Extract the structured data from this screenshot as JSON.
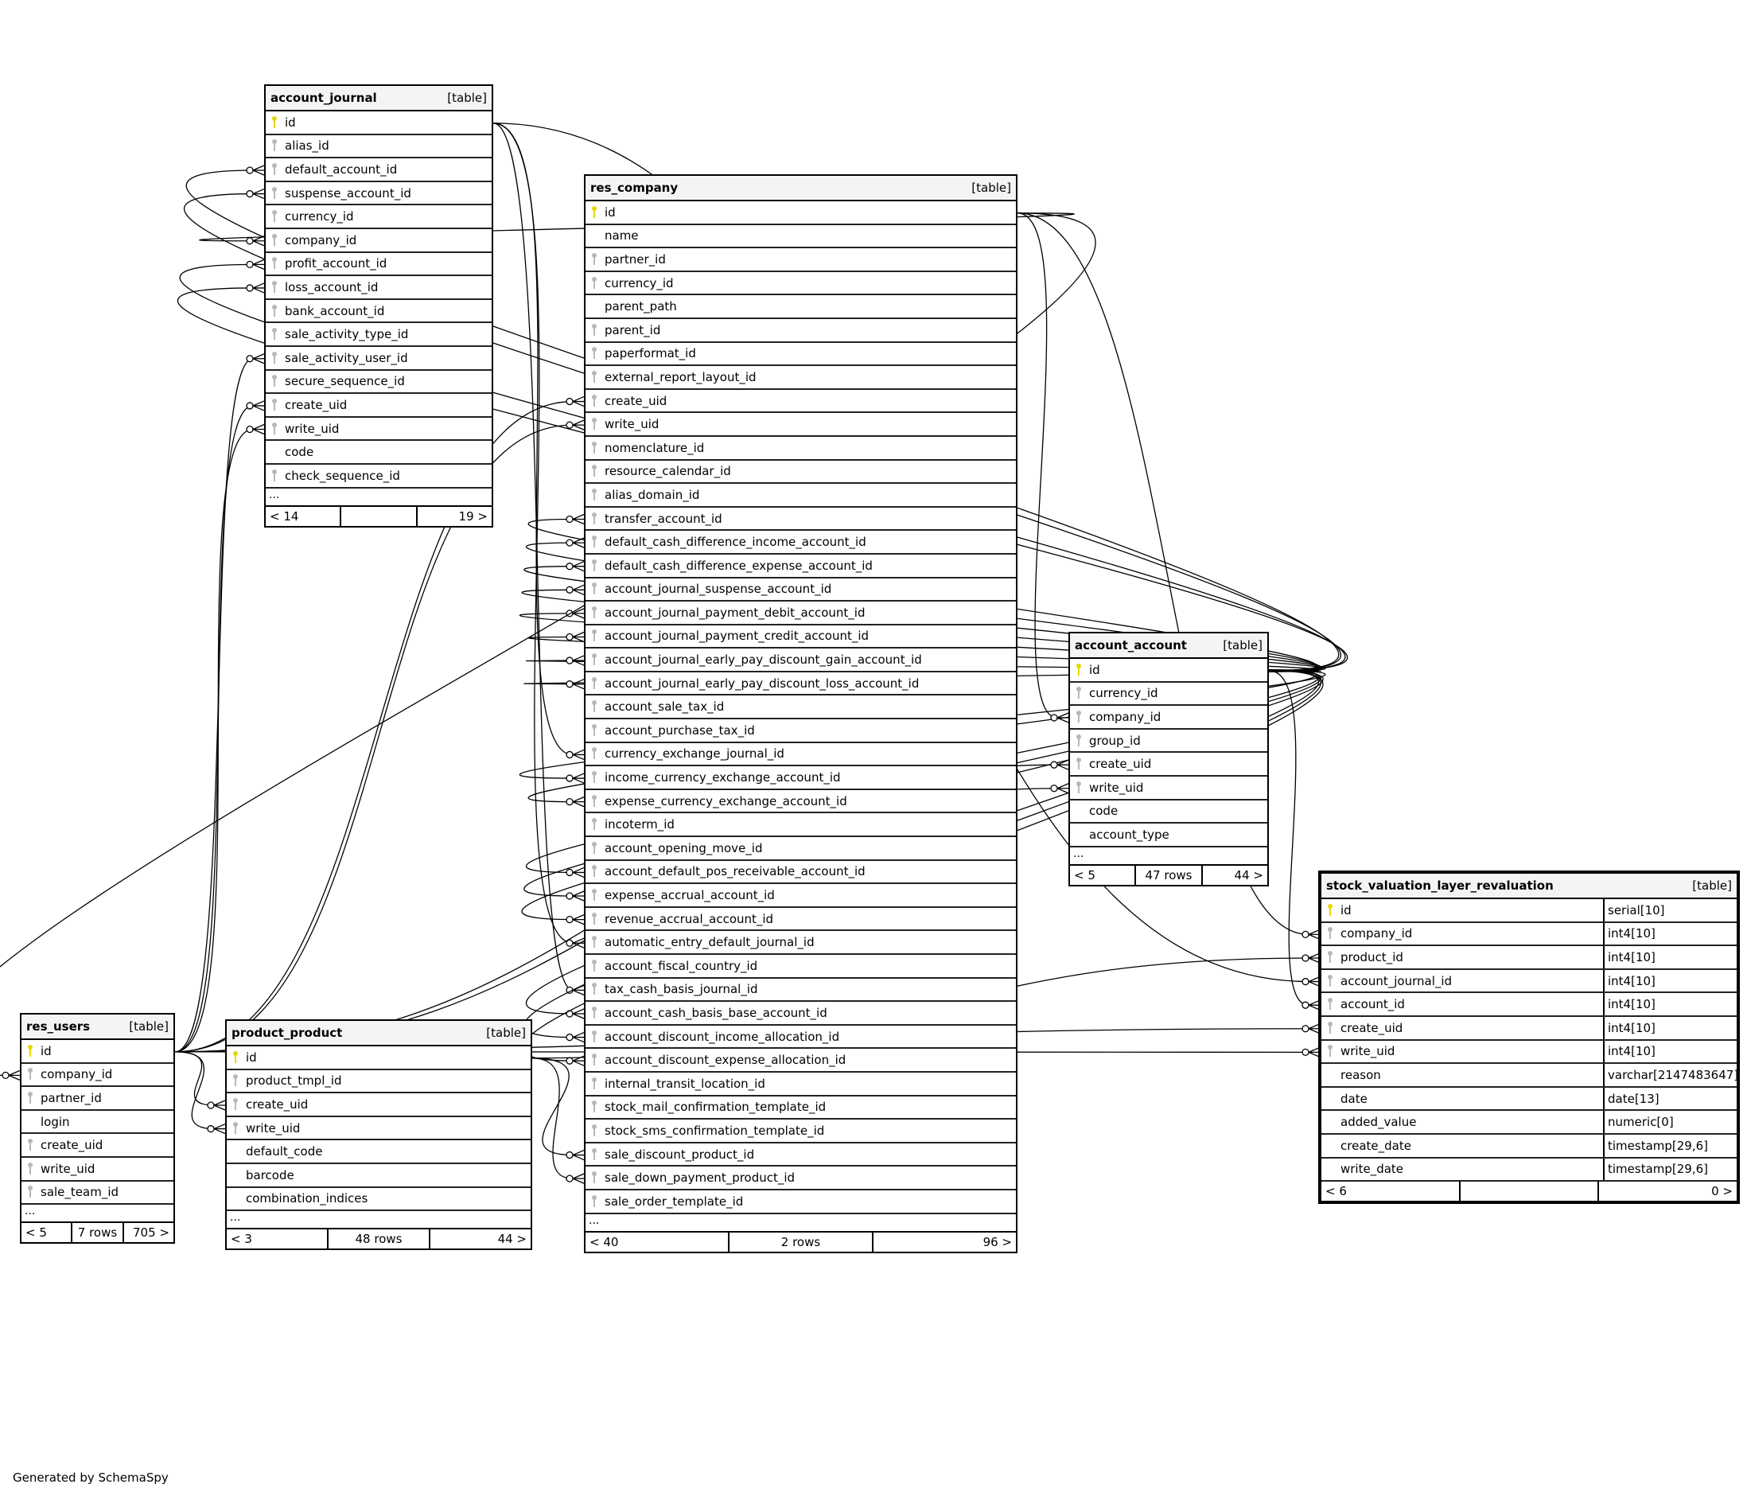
{
  "footer": "Generated by SchemaSpy",
  "colors": {
    "primary_key": "#e6d800",
    "foreign_key": "#b8b8b8",
    "header_bg": "#f4f4f4",
    "line": "#000000"
  },
  "tables": [
    {
      "id": "account_journal",
      "name": "account_journal",
      "kind": "[table]",
      "columns": [
        {
          "name": "id",
          "key": "primary-key"
        },
        {
          "name": "alias_id",
          "key": "foreign-key"
        },
        {
          "name": "default_account_id",
          "key": "foreign-key"
        },
        {
          "name": "suspense_account_id",
          "key": "foreign-key"
        },
        {
          "name": "currency_id",
          "key": "foreign-key"
        },
        {
          "name": "company_id",
          "key": "foreign-key"
        },
        {
          "name": "profit_account_id",
          "key": "foreign-key"
        },
        {
          "name": "loss_account_id",
          "key": "foreign-key"
        },
        {
          "name": "bank_account_id",
          "key": "foreign-key"
        },
        {
          "name": "sale_activity_type_id",
          "key": "foreign-key"
        },
        {
          "name": "sale_activity_user_id",
          "key": "foreign-key"
        },
        {
          "name": "secure_sequence_id",
          "key": "foreign-key"
        },
        {
          "name": "create_uid",
          "key": "foreign-key"
        },
        {
          "name": "write_uid",
          "key": "foreign-key"
        },
        {
          "name": "code",
          "key": "none"
        },
        {
          "name": "check_sequence_id",
          "key": "foreign-key"
        }
      ],
      "more": "...",
      "footer": {
        "parents": "< 14",
        "rows": "",
        "children": "19 >"
      }
    },
    {
      "id": "res_company",
      "name": "res_company",
      "kind": "[table]",
      "columns": [
        {
          "name": "id",
          "key": "primary-key"
        },
        {
          "name": "name",
          "key": "none"
        },
        {
          "name": "partner_id",
          "key": "foreign-key"
        },
        {
          "name": "currency_id",
          "key": "foreign-key"
        },
        {
          "name": "parent_path",
          "key": "none"
        },
        {
          "name": "parent_id",
          "key": "foreign-key"
        },
        {
          "name": "paperformat_id",
          "key": "foreign-key"
        },
        {
          "name": "external_report_layout_id",
          "key": "foreign-key"
        },
        {
          "name": "create_uid",
          "key": "foreign-key"
        },
        {
          "name": "write_uid",
          "key": "foreign-key"
        },
        {
          "name": "nomenclature_id",
          "key": "foreign-key"
        },
        {
          "name": "resource_calendar_id",
          "key": "foreign-key"
        },
        {
          "name": "alias_domain_id",
          "key": "foreign-key"
        },
        {
          "name": "transfer_account_id",
          "key": "foreign-key"
        },
        {
          "name": "default_cash_difference_income_account_id",
          "key": "foreign-key"
        },
        {
          "name": "default_cash_difference_expense_account_id",
          "key": "foreign-key"
        },
        {
          "name": "account_journal_suspense_account_id",
          "key": "foreign-key"
        },
        {
          "name": "account_journal_payment_debit_account_id",
          "key": "foreign-key"
        },
        {
          "name": "account_journal_payment_credit_account_id",
          "key": "foreign-key"
        },
        {
          "name": "account_journal_early_pay_discount_gain_account_id",
          "key": "foreign-key"
        },
        {
          "name": "account_journal_early_pay_discount_loss_account_id",
          "key": "foreign-key"
        },
        {
          "name": "account_sale_tax_id",
          "key": "foreign-key"
        },
        {
          "name": "account_purchase_tax_id",
          "key": "foreign-key"
        },
        {
          "name": "currency_exchange_journal_id",
          "key": "foreign-key"
        },
        {
          "name": "income_currency_exchange_account_id",
          "key": "foreign-key"
        },
        {
          "name": "expense_currency_exchange_account_id",
          "key": "foreign-key"
        },
        {
          "name": "incoterm_id",
          "key": "foreign-key"
        },
        {
          "name": "account_opening_move_id",
          "key": "foreign-key"
        },
        {
          "name": "account_default_pos_receivable_account_id",
          "key": "foreign-key"
        },
        {
          "name": "expense_accrual_account_id",
          "key": "foreign-key"
        },
        {
          "name": "revenue_accrual_account_id",
          "key": "foreign-key"
        },
        {
          "name": "automatic_entry_default_journal_id",
          "key": "foreign-key"
        },
        {
          "name": "account_fiscal_country_id",
          "key": "foreign-key"
        },
        {
          "name": "tax_cash_basis_journal_id",
          "key": "foreign-key"
        },
        {
          "name": "account_cash_basis_base_account_id",
          "key": "foreign-key"
        },
        {
          "name": "account_discount_income_allocation_id",
          "key": "foreign-key"
        },
        {
          "name": "account_discount_expense_allocation_id",
          "key": "foreign-key"
        },
        {
          "name": "internal_transit_location_id",
          "key": "foreign-key"
        },
        {
          "name": "stock_mail_confirmation_template_id",
          "key": "foreign-key"
        },
        {
          "name": "stock_sms_confirmation_template_id",
          "key": "foreign-key"
        },
        {
          "name": "sale_discount_product_id",
          "key": "foreign-key"
        },
        {
          "name": "sale_down_payment_product_id",
          "key": "foreign-key"
        },
        {
          "name": "sale_order_template_id",
          "key": "foreign-key"
        }
      ],
      "more": "...",
      "footer": {
        "parents": "< 40",
        "rows": "2 rows",
        "children": "96 >"
      }
    },
    {
      "id": "account_account",
      "name": "account_account",
      "kind": "[table]",
      "columns": [
        {
          "name": "id",
          "key": "primary-key"
        },
        {
          "name": "currency_id",
          "key": "foreign-key"
        },
        {
          "name": "company_id",
          "key": "foreign-key"
        },
        {
          "name": "group_id",
          "key": "foreign-key"
        },
        {
          "name": "create_uid",
          "key": "foreign-key"
        },
        {
          "name": "write_uid",
          "key": "foreign-key"
        },
        {
          "name": "code",
          "key": "none"
        },
        {
          "name": "account_type",
          "key": "none"
        }
      ],
      "more": "...",
      "footer": {
        "parents": "< 5",
        "rows": "47 rows",
        "children": "44 >"
      }
    },
    {
      "id": "stock_valuation_layer_revaluation",
      "name": "stock_valuation_layer_revaluation",
      "kind": "[table]",
      "columns": [
        {
          "name": "id",
          "key": "primary-key",
          "type": "serial[10]"
        },
        {
          "name": "company_id",
          "key": "foreign-key",
          "type": "int4[10]"
        },
        {
          "name": "product_id",
          "key": "foreign-key",
          "type": "int4[10]"
        },
        {
          "name": "account_journal_id",
          "key": "foreign-key",
          "type": "int4[10]"
        },
        {
          "name": "account_id",
          "key": "foreign-key",
          "type": "int4[10]"
        },
        {
          "name": "create_uid",
          "key": "foreign-key",
          "type": "int4[10]"
        },
        {
          "name": "write_uid",
          "key": "foreign-key",
          "type": "int4[10]"
        },
        {
          "name": "reason",
          "key": "none",
          "type": "varchar[2147483647]"
        },
        {
          "name": "date",
          "key": "none",
          "type": "date[13]"
        },
        {
          "name": "added_value",
          "key": "none",
          "type": "numeric[0]"
        },
        {
          "name": "create_date",
          "key": "none",
          "type": "timestamp[29,6]"
        },
        {
          "name": "write_date",
          "key": "none",
          "type": "timestamp[29,6]"
        }
      ],
      "footer": {
        "parents": "< 6",
        "rows": "",
        "children": "0 >"
      }
    },
    {
      "id": "res_users",
      "name": "res_users",
      "kind": "[table]",
      "columns": [
        {
          "name": "id",
          "key": "primary-key"
        },
        {
          "name": "company_id",
          "key": "foreign-key"
        },
        {
          "name": "partner_id",
          "key": "foreign-key"
        },
        {
          "name": "login",
          "key": "none"
        },
        {
          "name": "create_uid",
          "key": "foreign-key"
        },
        {
          "name": "write_uid",
          "key": "foreign-key"
        },
        {
          "name": "sale_team_id",
          "key": "foreign-key"
        }
      ],
      "more": "...",
      "footer": {
        "parents": "< 5",
        "rows": "7 rows",
        "children": "705 >"
      }
    },
    {
      "id": "product_product",
      "name": "product_product",
      "kind": "[table]",
      "columns": [
        {
          "name": "id",
          "key": "primary-key"
        },
        {
          "name": "product_tmpl_id",
          "key": "foreign-key"
        },
        {
          "name": "create_uid",
          "key": "foreign-key"
        },
        {
          "name": "write_uid",
          "key": "foreign-key"
        },
        {
          "name": "default_code",
          "key": "none"
        },
        {
          "name": "barcode",
          "key": "none"
        },
        {
          "name": "combination_indices",
          "key": "none"
        }
      ],
      "more": "...",
      "footer": {
        "parents": "< 3",
        "rows": "48 rows",
        "children": "44 >"
      }
    }
  ],
  "relationships": [
    {
      "from": "account_journal.default_account_id",
      "to": "account_account.id"
    },
    {
      "from": "account_journal.suspense_account_id",
      "to": "account_account.id"
    },
    {
      "from": "account_journal.company_id",
      "to": "res_company.id"
    },
    {
      "from": "account_journal.profit_account_id",
      "to": "account_account.id"
    },
    {
      "from": "account_journal.loss_account_id",
      "to": "account_account.id"
    },
    {
      "from": "account_journal.sale_activity_user_id",
      "to": "res_users.id"
    },
    {
      "from": "account_journal.create_uid",
      "to": "res_users.id"
    },
    {
      "from": "account_journal.write_uid",
      "to": "res_users.id"
    },
    {
      "from": "res_company.create_uid",
      "to": "res_users.id"
    },
    {
      "from": "res_company.write_uid",
      "to": "res_users.id"
    },
    {
      "from": "res_company.transfer_account_id",
      "to": "account_account.id"
    },
    {
      "from": "res_company.default_cash_difference_income_account_id",
      "to": "account_account.id"
    },
    {
      "from": "res_company.default_cash_difference_expense_account_id",
      "to": "account_account.id"
    },
    {
      "from": "res_company.account_journal_suspense_account_id",
      "to": "account_account.id"
    },
    {
      "from": "res_company.account_journal_payment_debit_account_id",
      "to": "account_account.id"
    },
    {
      "from": "res_company.account_journal_payment_credit_account_id",
      "to": "account_account.id"
    },
    {
      "from": "res_company.account_journal_early_pay_discount_gain_account_id",
      "to": "account_account.id"
    },
    {
      "from": "res_company.account_journal_early_pay_discount_loss_account_id",
      "to": "account_account.id"
    },
    {
      "from": "res_company.currency_exchange_journal_id",
      "to": "account_journal.id"
    },
    {
      "from": "res_company.income_currency_exchange_account_id",
      "to": "account_account.id"
    },
    {
      "from": "res_company.expense_currency_exchange_account_id",
      "to": "account_account.id"
    },
    {
      "from": "res_company.account_default_pos_receivable_account_id",
      "to": "account_account.id"
    },
    {
      "from": "res_company.expense_accrual_account_id",
      "to": "account_account.id"
    },
    {
      "from": "res_company.revenue_accrual_account_id",
      "to": "account_account.id"
    },
    {
      "from": "res_company.automatic_entry_default_journal_id",
      "to": "account_journal.id"
    },
    {
      "from": "res_company.tax_cash_basis_journal_id",
      "to": "account_journal.id"
    },
    {
      "from": "res_company.account_cash_basis_base_account_id",
      "to": "account_account.id"
    },
    {
      "from": "res_company.account_discount_income_allocation_id",
      "to": "account_account.id"
    },
    {
      "from": "res_company.account_discount_expense_allocation_id",
      "to": "account_account.id"
    },
    {
      "from": "res_company.sale_discount_product_id",
      "to": "product_product.id"
    },
    {
      "from": "res_company.sale_down_payment_product_id",
      "to": "product_product.id"
    },
    {
      "from": "account_account.company_id",
      "to": "res_company.id"
    },
    {
      "from": "account_account.create_uid",
      "to": "res_users.id"
    },
    {
      "from": "account_account.write_uid",
      "to": "res_users.id"
    },
    {
      "from": "res_users.company_id",
      "to": "res_company.id"
    },
    {
      "from": "product_product.create_uid",
      "to": "res_users.id"
    },
    {
      "from": "product_product.write_uid",
      "to": "res_users.id"
    },
    {
      "from": "stock_valuation_layer_revaluation.company_id",
      "to": "res_company.id"
    },
    {
      "from": "stock_valuation_layer_revaluation.product_id",
      "to": "product_product.id"
    },
    {
      "from": "stock_valuation_layer_revaluation.account_journal_id",
      "to": "account_journal.id"
    },
    {
      "from": "stock_valuation_layer_revaluation.account_id",
      "to": "account_account.id"
    },
    {
      "from": "stock_valuation_layer_revaluation.create_uid",
      "to": "res_users.id"
    },
    {
      "from": "stock_valuation_layer_revaluation.write_uid",
      "to": "res_users.id"
    }
  ]
}
